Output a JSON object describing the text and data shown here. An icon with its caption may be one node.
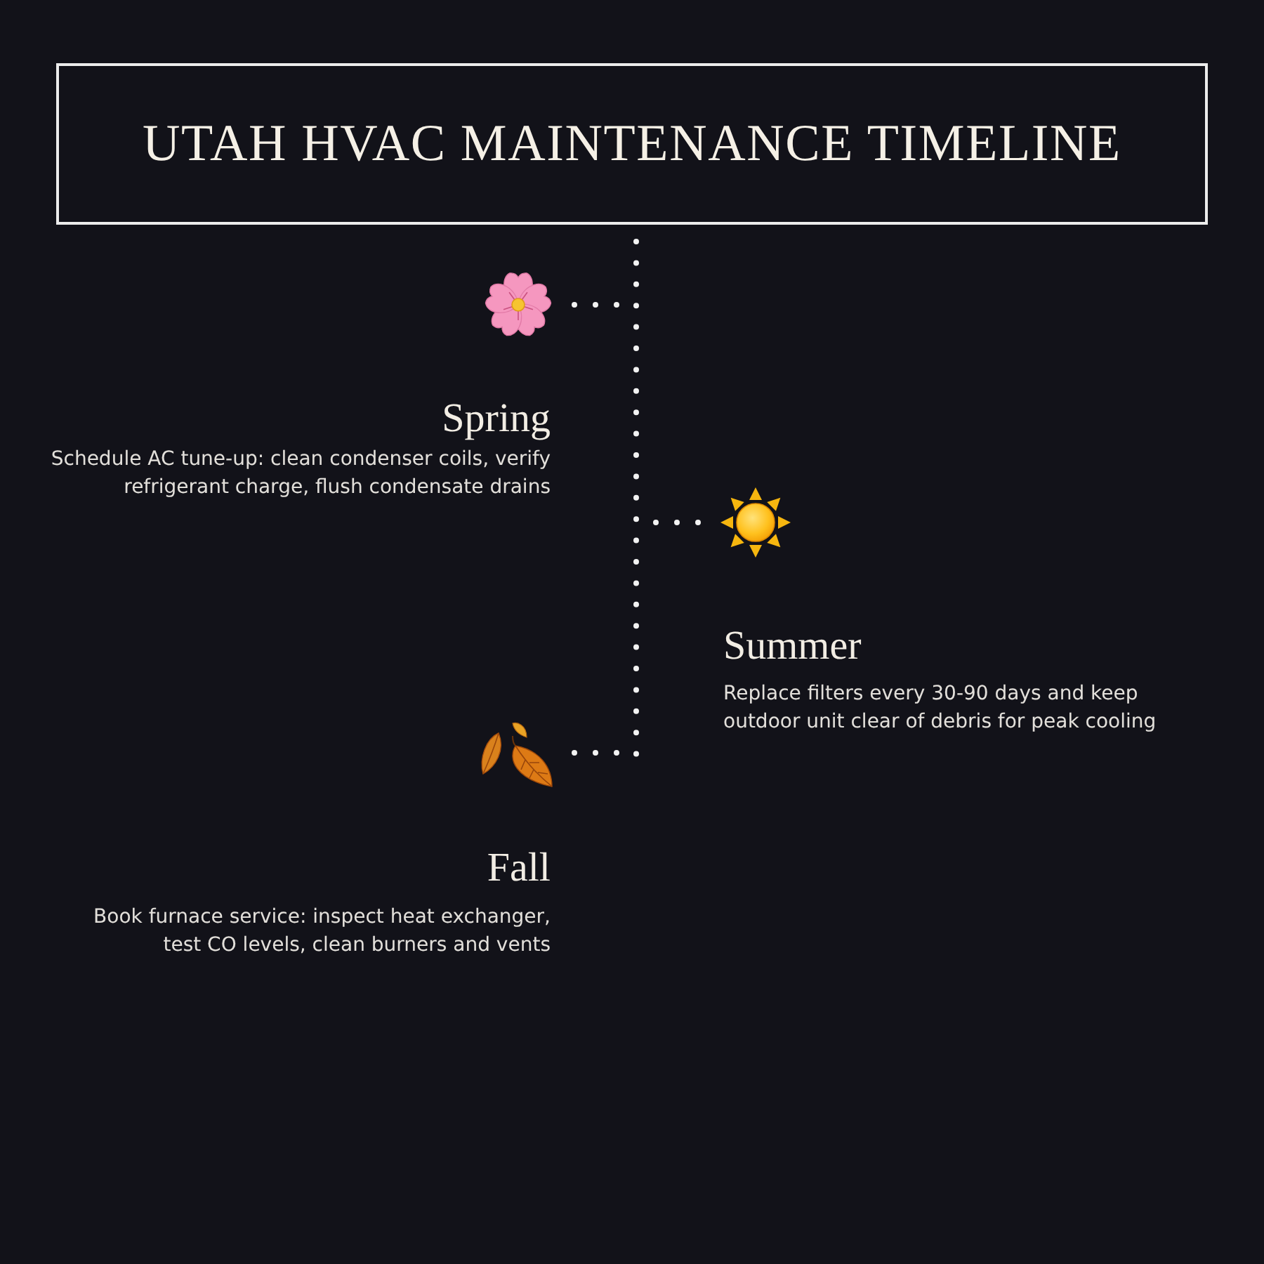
{
  "diagram": {
    "title": "UTAH HVAC MAINTENANCE TIMELINE",
    "nodes": [
      {
        "text": [],
        "shape": "picture",
        "beside": [
          "Spring",
          "Schedule AC tune-up: clean condenser coils, verify refrigerant charge, flush condensate drains"
        ]
      },
      {
        "text": [],
        "shape": "picture",
        "beside": [
          "Summer",
          "Replace filters every 30-90 days and keep outdoor unit clear of debris for peak cooling"
        ]
      },
      {
        "text": [],
        "shape": "picture",
        "beside": [
          "Fall",
          "Book furnace service: inspect heat exchanger, test CO levels, clean burners and vents"
        ]
      }
    ],
    "edges": [
      {
        "from": null,
        "to": 0,
        "arrow": "none"
      },
      {
        "from": null,
        "to": 1,
        "arrow": "none"
      },
      {
        "from": null,
        "to": 2,
        "arrow": "none"
      }
    ]
  }
}
